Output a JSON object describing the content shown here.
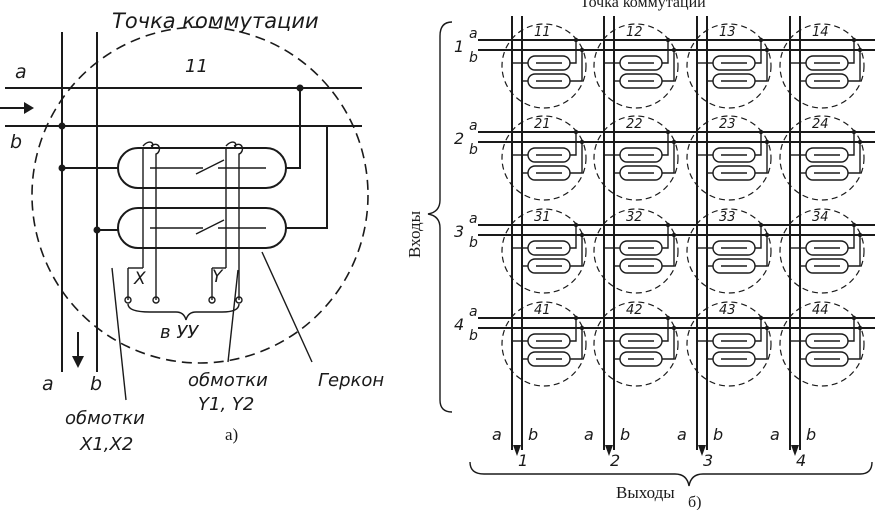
{
  "panel_a": {
    "title": "Точка коммутации",
    "point_id": "11",
    "wire_a": "a",
    "wire_b": "b",
    "bottom_a": "a",
    "bottom_b": "b",
    "x_label": "X",
    "y_label": "Y",
    "control_label": "в УУ",
    "windings_x": [
      "обмотки",
      "X1,X2"
    ],
    "windings_y": [
      "обмотки",
      "Y1, Y2"
    ],
    "reed_label": "Геркон",
    "caption": "а)"
  },
  "panel_b": {
    "title": "Точка коммутации",
    "inputs_label": "Входы",
    "outputs_label": "Выходы",
    "caption": "б)",
    "row_numbers": [
      "1",
      "2",
      "3",
      "4"
    ],
    "col_numbers": [
      "1",
      "2",
      "3",
      "4"
    ],
    "wire_a": "a",
    "wire_b": "b",
    "cells": [
      [
        "11",
        "12",
        "13",
        "14"
      ],
      [
        "21",
        "22",
        "23",
        "24"
      ],
      [
        "31",
        "32",
        "33",
        "34"
      ],
      [
        "41",
        "42",
        "43",
        "44"
      ]
    ]
  }
}
